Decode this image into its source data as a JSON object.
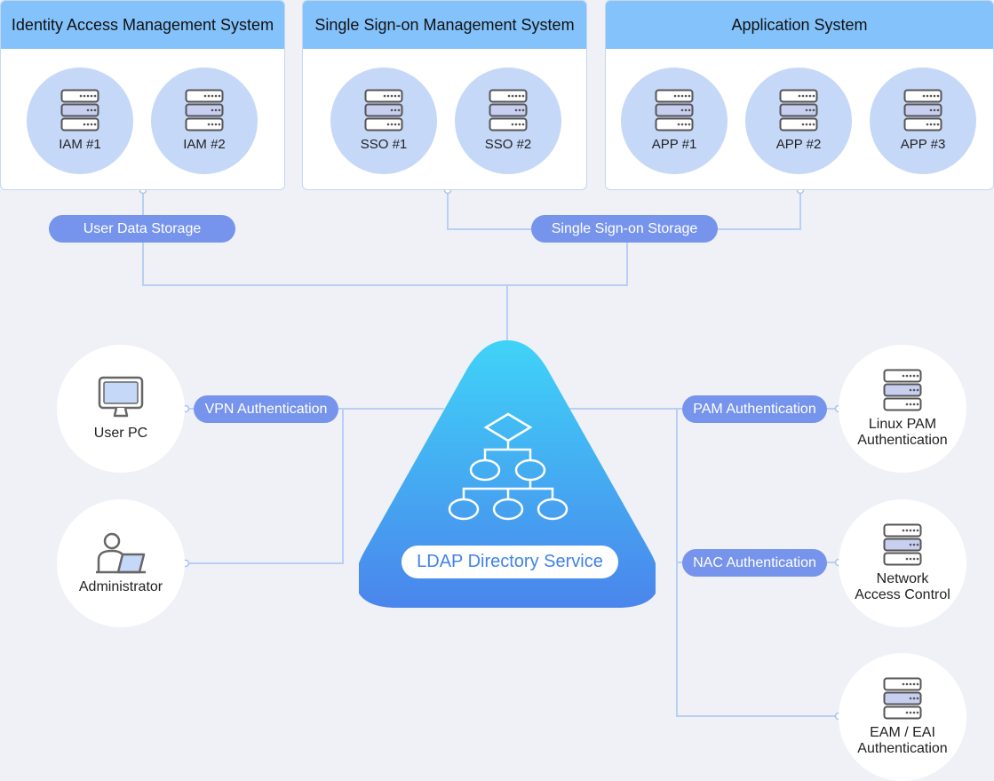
{
  "panels": {
    "iam": {
      "title": "Identity Access Management System",
      "nodes": [
        "IAM #1",
        "IAM #2"
      ]
    },
    "sso": {
      "title": "Single Sign-on Management System",
      "nodes": [
        "SSO #1",
        "SSO #2"
      ]
    },
    "app": {
      "title": "Application System",
      "nodes": [
        "APP #1",
        "APP #2",
        "APP #3"
      ]
    }
  },
  "storage": {
    "user_data": "User Data Storage",
    "sso": "Single Sign-on Storage"
  },
  "ldap": {
    "label": "LDAP Directory Service"
  },
  "left": {
    "user_pc": {
      "label": "User PC"
    },
    "administrator": {
      "label": "Administrator"
    },
    "vpn_auth": "VPN Authentication"
  },
  "right": {
    "pam_auth": "PAM Authentication",
    "nac_auth": "NAC Authentication",
    "linux_pam": {
      "line1": "Linux PAM",
      "line2": "Authentication"
    },
    "nac": {
      "line1": "Network",
      "line2": "Access Control"
    },
    "eam": {
      "line1": "EAM / EAI",
      "line2": "Authentication"
    }
  },
  "colors": {
    "background": "#eff1f7",
    "panel_header": "#84c2fb",
    "node_circle": "#c6d8f8",
    "pill": "#7694ec",
    "connector": "#b9cff4",
    "ldap_gradient_top": "#3fd3f8",
    "ldap_gradient_bottom": "#4a85ec"
  },
  "icons": {
    "server": "server-icon",
    "monitor": "monitor-icon",
    "admin": "administrator-icon",
    "hierarchy": "hierarchy-icon"
  }
}
